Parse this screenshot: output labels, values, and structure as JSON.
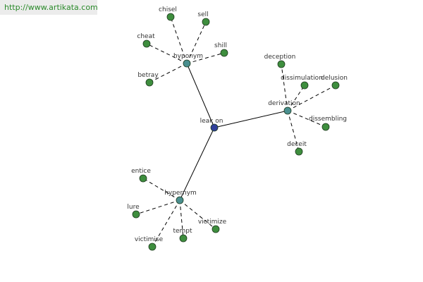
{
  "banner": {
    "url": "http://www.artikata.com"
  },
  "colors": {
    "center_node": "#2f3f9a",
    "hub_node": "#4a8f8f",
    "leaf_node": "#3e8e3e",
    "banner_text": "#2a8a2a",
    "banner_bg": "#ececec"
  },
  "graph": {
    "center": {
      "id": "center",
      "label": "leak on"
    },
    "hubs": [
      {
        "id": "hyponym",
        "label": "hyponym"
      },
      {
        "id": "derivation",
        "label": "derivation"
      },
      {
        "id": "hypernym",
        "label": "hypernym"
      }
    ],
    "leaves": [
      {
        "id": "chisel",
        "label": "chisel",
        "hub": "hyponym"
      },
      {
        "id": "sell",
        "label": "sell",
        "hub": "hyponym"
      },
      {
        "id": "cheat",
        "label": "cheat",
        "hub": "hyponym"
      },
      {
        "id": "shill",
        "label": "shill",
        "hub": "hyponym"
      },
      {
        "id": "betray",
        "label": "betray",
        "hub": "hyponym"
      },
      {
        "id": "deception",
        "label": "deception",
        "hub": "derivation"
      },
      {
        "id": "dissimulation",
        "label": "dissimulation",
        "hub": "derivation"
      },
      {
        "id": "delusion",
        "label": "delusion",
        "hub": "derivation"
      },
      {
        "id": "dissembling",
        "label": "dissembling",
        "hub": "derivation"
      },
      {
        "id": "deceit",
        "label": "deceit",
        "hub": "derivation"
      },
      {
        "id": "entice",
        "label": "entice",
        "hub": "hypernym"
      },
      {
        "id": "lure",
        "label": "lure",
        "hub": "hypernym"
      },
      {
        "id": "victimize",
        "label": "victimize",
        "hub": "hypernym"
      },
      {
        "id": "victimise",
        "label": "victimise",
        "hub": "hypernym"
      },
      {
        "id": "tempt",
        "label": "tempt",
        "hub": "hypernym"
      }
    ]
  }
}
